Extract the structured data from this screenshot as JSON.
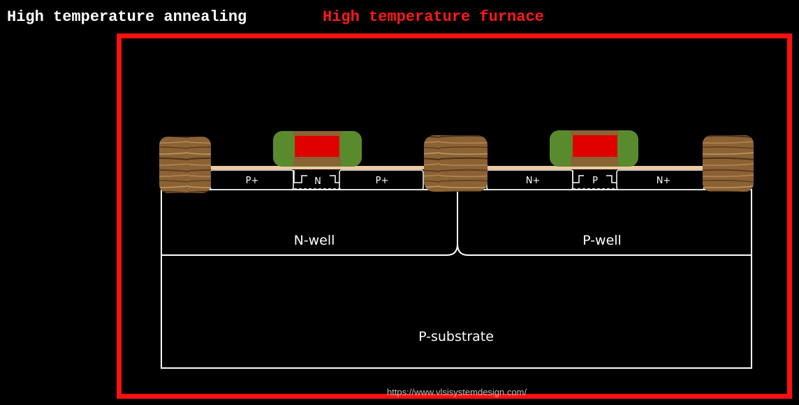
{
  "title_left": "High temperature annealing",
  "title_right": "High temperature furnace",
  "colors": {
    "background": "#000000",
    "title_left": "#ffffff",
    "title_right": "#ff1a1a",
    "furnace_border": "#ff1010",
    "outline": "#ffffff",
    "gate_spacer": "#5a8a2e",
    "gate_poly": "#e00000",
    "oxide_wood": "#8b6234",
    "gate_oxide": "#f0c8a0"
  },
  "regions": {
    "nwell": "N-well",
    "pwell": "P-well",
    "substrate": "P-substrate"
  },
  "diffusions": {
    "pplus_left": "P+",
    "n_channel": "N",
    "pplus_right": "P+",
    "nplus_left": "N+",
    "p_channel": "P",
    "nplus_right": "N+"
  },
  "watermark": "https://www.vlsisystemdesign.com/"
}
